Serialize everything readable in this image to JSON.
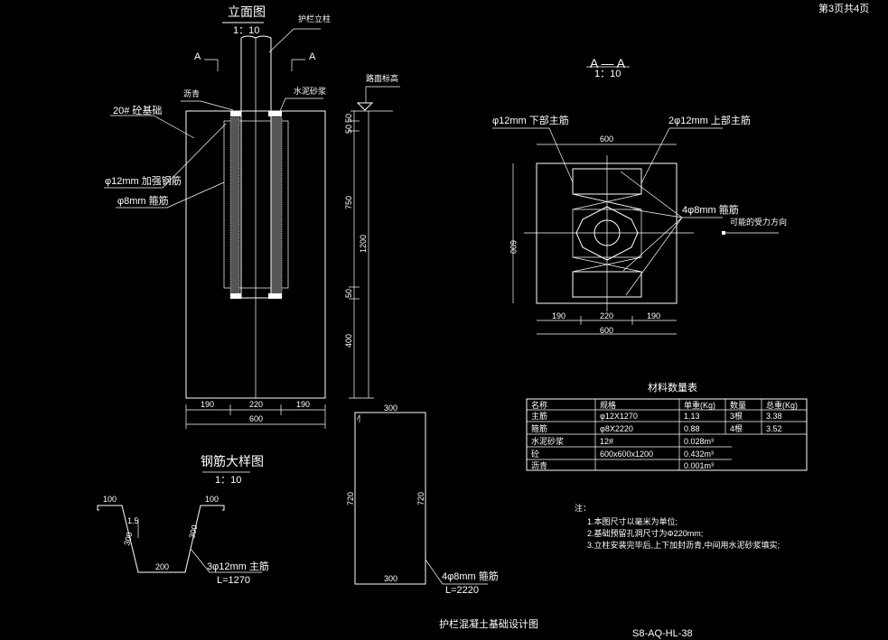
{
  "page_no": "第3页共4页",
  "drawing_title": "护栏混凝土基础设计图",
  "drawing_code": "S8-AQ-HL-38",
  "elevation": {
    "title": "立面图",
    "scale": "1：10",
    "section_mark": "A",
    "labels": {
      "post": "护栏立柱",
      "asphalt": "沥青",
      "mortar": "水泥砂浆",
      "road_level": "路面标高",
      "foundation": "20# 砼基础",
      "rebar12": "φ12mm 加强钢筋",
      "stirrup8": "φ8mm 箍筋"
    },
    "dims_vertical": [
      "50",
      "50",
      "750",
      "1200",
      "50",
      "400"
    ],
    "dims_horizontal": [
      "190",
      "220",
      "190",
      "600"
    ]
  },
  "section": {
    "title": "A — A",
    "scale": "1：10",
    "labels": {
      "lower_main": "φ12mm 下部主筋",
      "upper_main": "2φ12mm 上部主筋",
      "stirrup": "4φ8mm 箍筋",
      "force_dir": "可能的受力方向"
    },
    "dim_top": "600",
    "dim_left": "600",
    "dims_bottom": [
      "190",
      "220",
      "190",
      "600"
    ]
  },
  "rebar_detail": {
    "title": "钢筋大样图",
    "scale": "1：10",
    "main": {
      "d1": "100",
      "d2": "100",
      "d3": "200",
      "s1": "300",
      "s2": "300",
      "slope": "1.5",
      "label": "3φ12mm 主筋",
      "length": "L=1270"
    },
    "stirrup": {
      "top": "300",
      "bottom": "300",
      "left": "720",
      "right": "720",
      "label": "4φ8mm 箍筋",
      "length": "L=2220"
    }
  },
  "table": {
    "title": "材料数量表",
    "headers": [
      "名称",
      "规格",
      "单重(Kg)",
      "数量",
      "总重(Kg)"
    ],
    "rows": [
      [
        "主筋",
        "φ12X1270",
        "1.13",
        "3根",
        "3.38"
      ],
      [
        "箍筋",
        "φ8X2220",
        "0.88",
        "4根",
        "3.52"
      ],
      [
        "水泥砂浆",
        "12#",
        "0.028m³",
        "",
        ""
      ],
      [
        "砼",
        "600x600x1200",
        "0.432m³",
        "",
        ""
      ],
      [
        "沥青",
        "",
        "0.001m³",
        "",
        ""
      ]
    ]
  },
  "notes": {
    "heading": "注：",
    "items": [
      "1.本图尺寸以毫米为单位;",
      "2.基础预留孔洞尺寸为Φ220mm;",
      "3.立柱安装完毕后,上下加封沥青,中间用水泥砂浆填实;"
    ]
  }
}
